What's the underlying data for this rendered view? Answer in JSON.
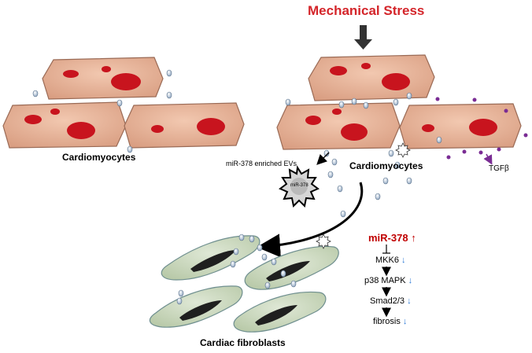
{
  "stress_label": "Mechanical Stress",
  "cardiomyocytes_left_label": "Cardiomyocytes",
  "cardiomyocytes_right_label": "Cardiomyocytes",
  "evs_label": "miR-378 enriched EVs",
  "ev_badge_label": "miR-378",
  "tgfb_label": "TGFβ",
  "fibroblasts_label": "Cardiac fibroblasts",
  "pathway": {
    "mir": "miR-378",
    "mir_arrow": "↑",
    "steps": [
      {
        "label": "MKK6",
        "arrow": "↓"
      },
      {
        "label": "p38 MAPK",
        "arrow": "↓"
      },
      {
        "label": "Smad2/3",
        "arrow": "↓"
      },
      {
        "label": "fibrosis",
        "arrow": "↓"
      }
    ]
  },
  "colors": {
    "cell_fill": "#e8b49a",
    "cell_stroke": "#9a6a55",
    "nucleus": "#c8141e",
    "fibroblast_fill": "#c9d6bd",
    "fibroblast_stroke": "#6f8f8f",
    "fibro_nucleus": "#1f1f1f",
    "vesicle": "#a9bfd6",
    "tgfb_dot": "#7a2c94",
    "stress_text": "#d4252a",
    "mir_text": "#c00000",
    "down_arrow": "#2e7bd6"
  }
}
